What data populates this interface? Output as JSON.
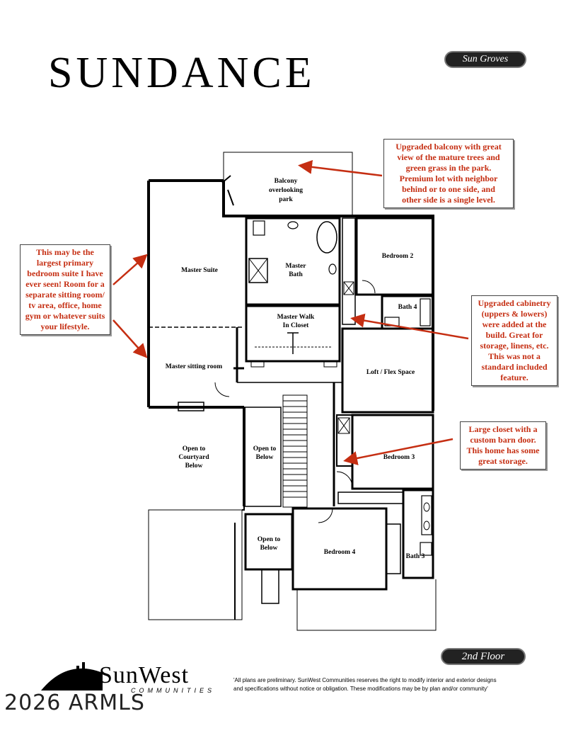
{
  "header": {
    "title": "SUNDANCE",
    "community_badge": "Sun Groves"
  },
  "floor_badge": "2nd Floor",
  "rooms": {
    "balcony": [
      "Balcony",
      "overlooking",
      "park"
    ],
    "master_suite": "Master Suite",
    "master_bath": [
      "Master",
      "Bath"
    ],
    "bedroom_2": "Bedroom 2",
    "bath_4": "Bath 4",
    "master_walk_in": [
      "Master Walk",
      "In Closet"
    ],
    "master_sitting": "Master sitting room",
    "loft": "Loft / Flex Space",
    "courtyard": [
      "Open to",
      "Courtyard",
      "Below"
    ],
    "open_below_stairs": [
      "Open to",
      "Below"
    ],
    "bedroom_3": "Bedroom 3",
    "open_below_lower": [
      "Open to",
      "Below"
    ],
    "bedroom_4": "Bedroom 4",
    "bath_3": "Bath 3"
  },
  "notes": {
    "balcony": [
      "Upgraded balcony with great",
      "view of the mature trees and",
      "green grass in the park.",
      "Premium lot with neighbor",
      "behind or to one side, and",
      "other side is a single level."
    ],
    "master": [
      "This may be the",
      "largest primary",
      "bedroom suite I have",
      "ever seen! Room for a",
      "separate sitting room/",
      "tv area, office, home",
      "gym or whatever suits",
      "your lifestyle."
    ],
    "cabinetry": [
      "Upgraded cabinetry",
      "(uppers & lowers)",
      "were added at the",
      "build. Great for",
      "storage, linens, etc.",
      "This was not a",
      "standard included",
      "feature."
    ],
    "closet": [
      "Large closet with a",
      "custom barn door.",
      "This home has some",
      "great storage."
    ]
  },
  "logo": {
    "name": "SunWest",
    "tagline": "COMMUNITIES"
  },
  "disclaimer": [
    "'All plans are preliminary. SunWest Communities reserves the right to modify interior and exterior designs",
    "and specifications without notice or obligation. These modifications may be by plan and/or community'"
  ],
  "watermark": "2026 ARMLS",
  "colors": {
    "note_text": "#c52e12",
    "arrow": "#c52e12",
    "wall": "#000000"
  }
}
